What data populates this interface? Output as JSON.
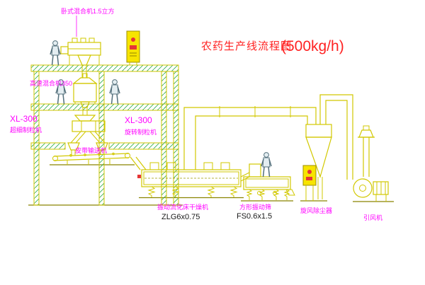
{
  "drawing": {
    "title": "农药生产线流程图",
    "title_capacity": "(500kg/h)"
  },
  "labels": {
    "horizontal_mixer": "卧式混合机1.5立方",
    "high_speed_mixer": "高速混合机350",
    "granulator_left_model": "XL-300",
    "granulator_left_name": "超细制粒机",
    "granulator_mid_model": "XL-300",
    "granulator_mid_name": "旋转制粒机",
    "belt_conveyor": "皮带输送机",
    "dryer_name": "振动流化床干燥机",
    "dryer_model": "ZLG6x0.75",
    "sieve_name": "方形振动筛",
    "sieve_model": "FS0.6x1.5",
    "cyclone": "旋风除尘器",
    "fan": "引风机"
  },
  "colors": {
    "machinery": "#d2c800",
    "structure_hatch": "#35b054",
    "labels": "#ff00ff",
    "title": "#ff2222",
    "cabinet_fill": "#f7e400",
    "button": "#e53636",
    "model_text": "#1a1a1a",
    "background": "#ffffff"
  }
}
